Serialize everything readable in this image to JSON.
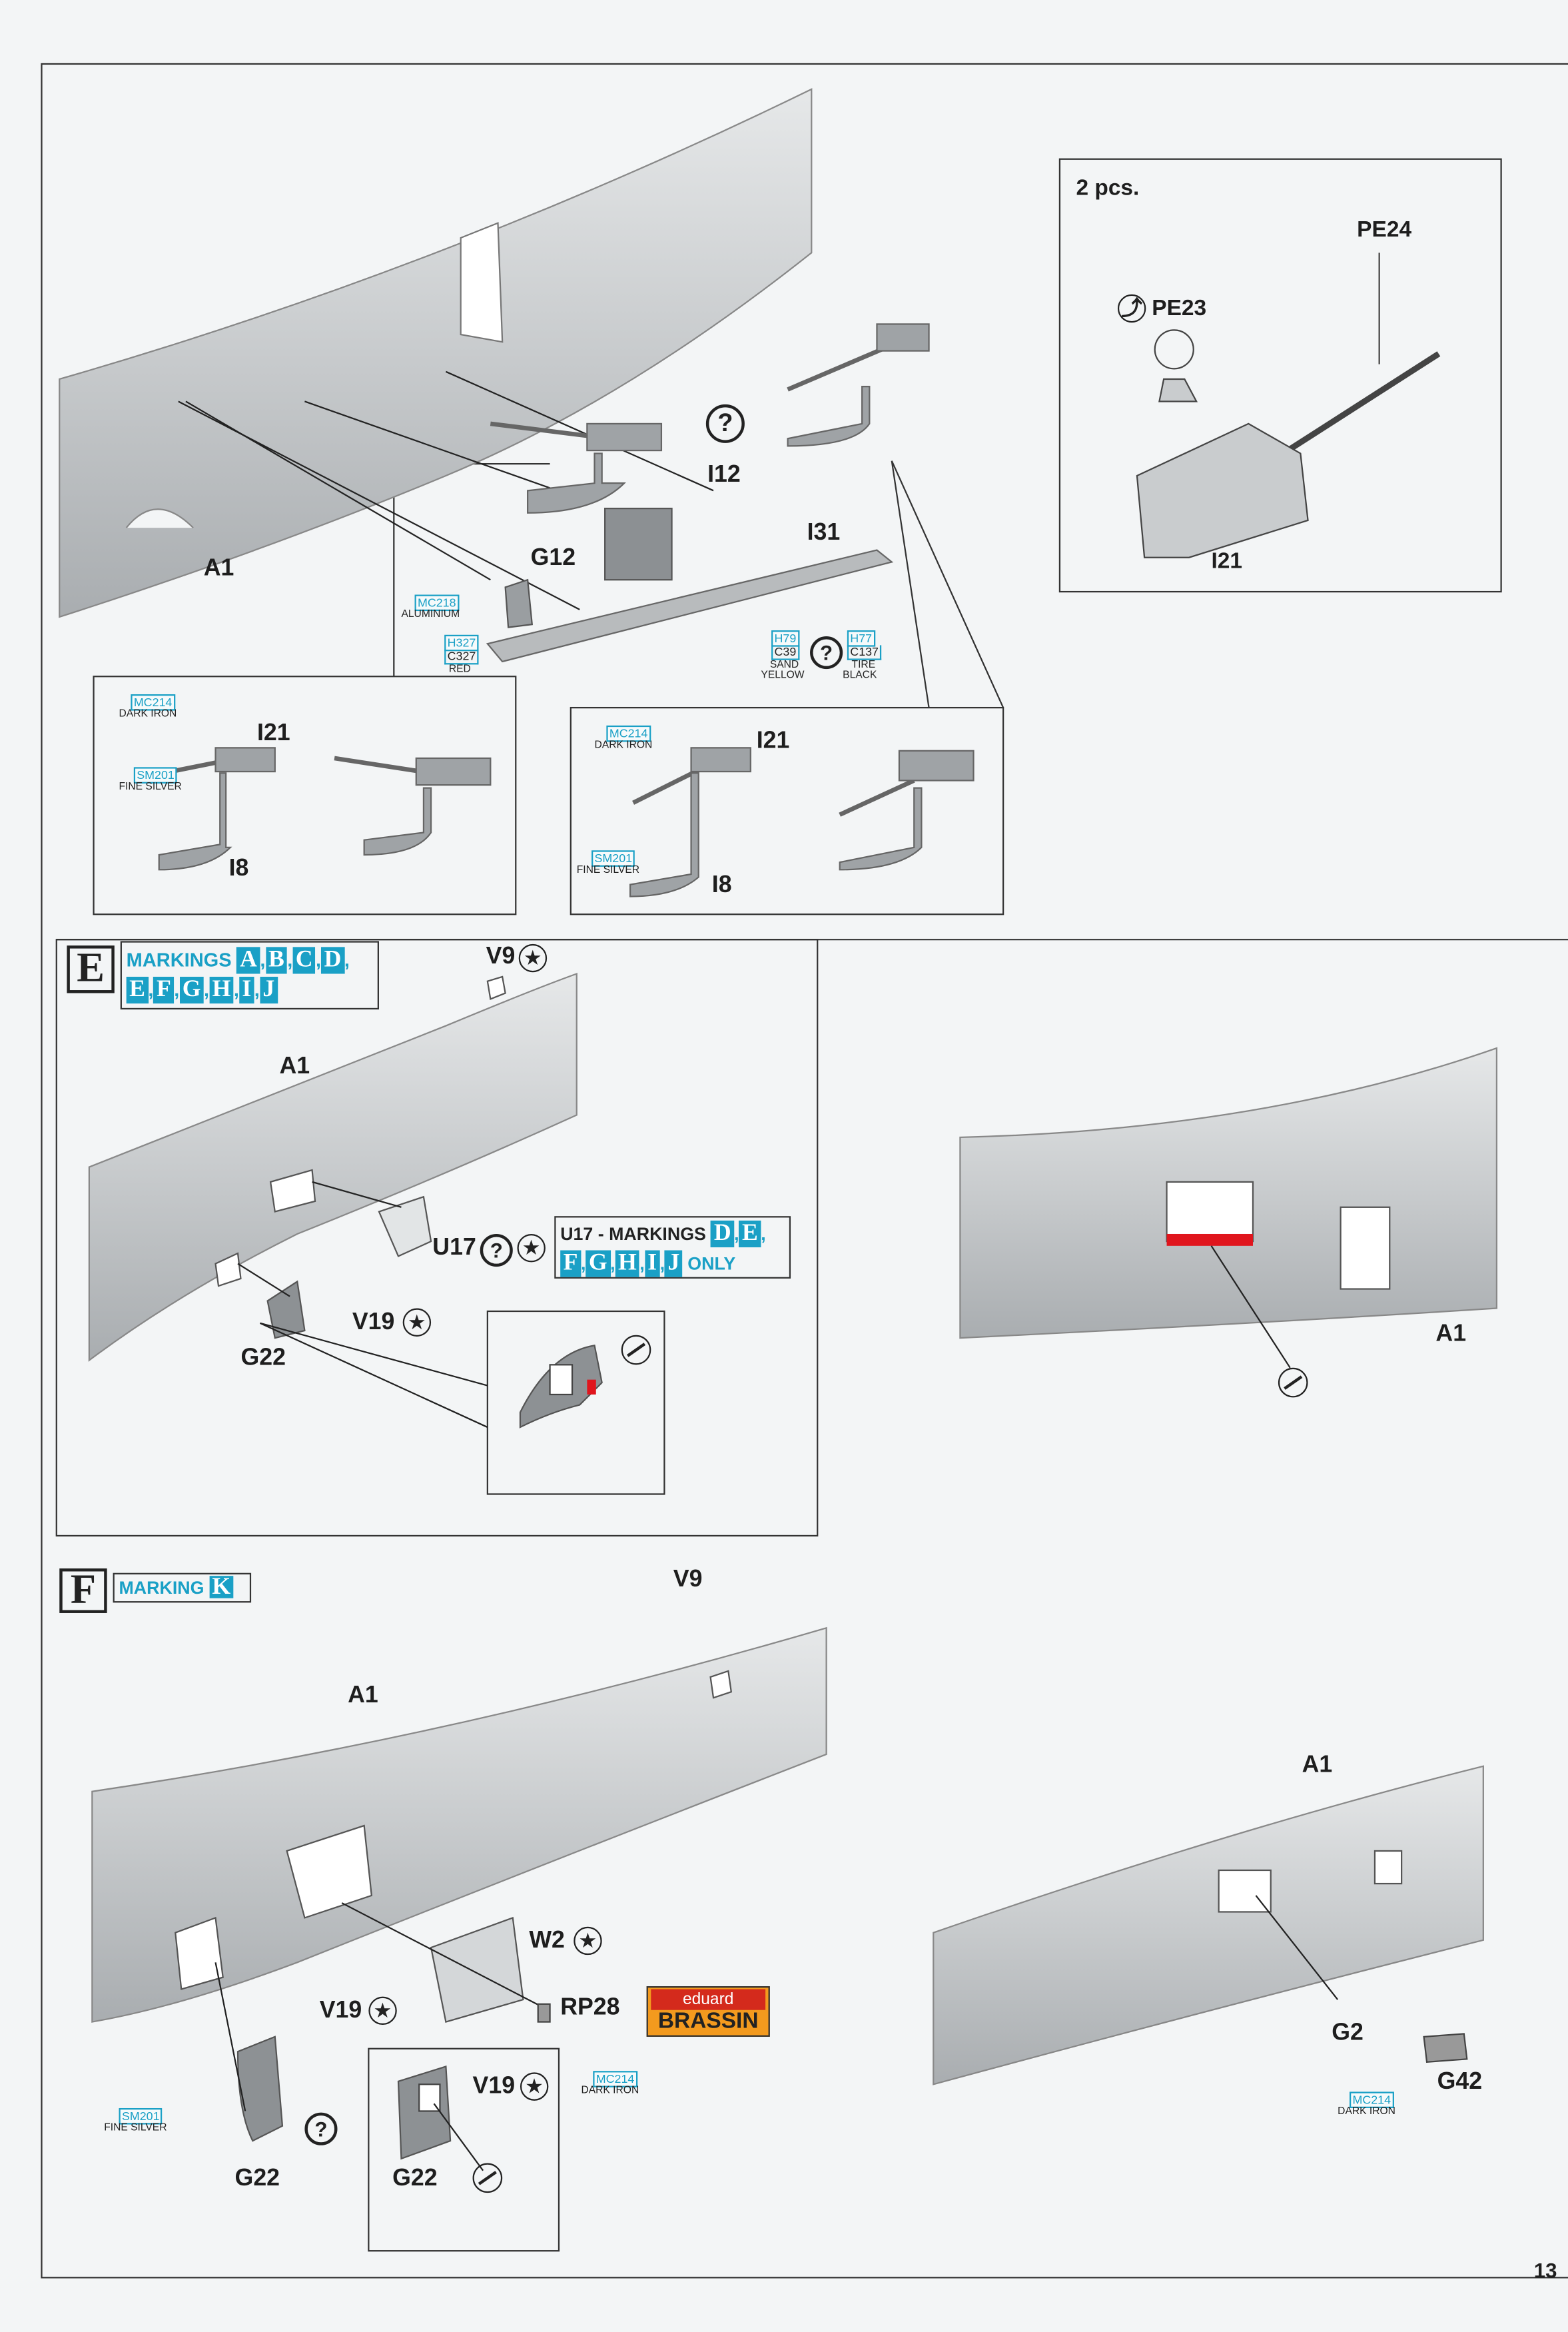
{
  "page_number": "13",
  "top": {
    "a1": "A1",
    "g12": "G12",
    "i12": "I12",
    "i31": "I31",
    "unknown": "?",
    "mc218": {
      "code": "MC218",
      "name": "ALUMINIUM"
    },
    "red": {
      "code_h": "H327",
      "code_c": "C327",
      "name": "RED"
    },
    "sand": {
      "code_h": "H79",
      "code_c": "C39",
      "name1": "SAND",
      "name2": "YELLOW"
    },
    "tire": {
      "code_h": "H77",
      "code_c": "C137",
      "name1": "TIRE",
      "name2": "BLACK"
    },
    "inset_pcs": {
      "count": "2 pcs.",
      "pe24": "PE24",
      "pe23": "PE23",
      "i21": "I21"
    },
    "inset_left": {
      "mc214": "MC214",
      "dark_iron": "DARK IRON",
      "i21": "I21",
      "sm201": "SM201",
      "fine_silver": "FINE SILVER",
      "i8": "I8"
    },
    "inset_right": {
      "mc214": "MC214",
      "dark_iron": "DARK IRON",
      "i21": "I21",
      "sm201": "SM201",
      "fine_silver": "FINE SILVER",
      "i8": "I8"
    }
  },
  "step_e": {
    "letter": "E",
    "markings_label": "MARKINGS",
    "markings": [
      "A",
      "B",
      "C",
      "D",
      "E",
      "F",
      "G",
      "H",
      "I",
      "J"
    ],
    "v9": "V9",
    "a1": "A1",
    "u17": "U17",
    "v19": "V19",
    "g22": "G22",
    "u17_note": {
      "prefix": "U17 - MARKINGS",
      "markings": [
        "D",
        "E",
        "F",
        "G",
        "H",
        "I",
        "J"
      ],
      "suffix": "ONLY"
    },
    "right_a1": "A1"
  },
  "step_f": {
    "letter": "F",
    "marking_label": "MARKING",
    "marking": "K",
    "v9": "V9",
    "a1": "A1",
    "w2": "W2",
    "rp28": "RP28",
    "v19": "V19",
    "g22": "G22",
    "sm201": "SM201",
    "fine_silver": "FINE SILVER",
    "mc214": "MC214",
    "dark_iron": "DARK IRON",
    "inset_v19": "V19",
    "inset_g22": "G22",
    "brassin": {
      "top": "eduard",
      "bottom": "BRASSIN"
    },
    "right": {
      "a1": "A1",
      "g2": "G2",
      "g42": "G42",
      "mc214": "MC214",
      "dark_iron": "DARK IRON"
    }
  },
  "colors": {
    "accent": "#1aa0c6",
    "part": "#c4c7c9",
    "red": "#e0151d"
  }
}
